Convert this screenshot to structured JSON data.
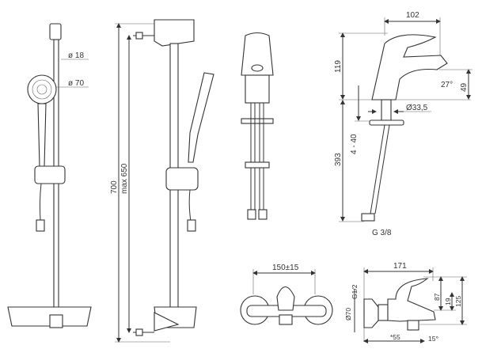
{
  "shower_rail_front": {
    "dim_hose_diameter": "ø 18",
    "dim_head_diameter": "ø 70"
  },
  "shower_rail_side": {
    "dim_total_height": "700",
    "dim_max_spacing": "max 650"
  },
  "basin_mixer_side": {
    "dim_depth": "102",
    "dim_height": "119",
    "dim_angle": "27°",
    "dim_spout_height": "49",
    "dim_base_diameter": "Ø33,5",
    "dim_counter_thickness": "4 - 40",
    "dim_hose_length": "393",
    "dim_connection": "G 3/8"
  },
  "bath_mixer_front": {
    "dim_centres": "150±15"
  },
  "bath_mixer_side": {
    "dim_depth": "171",
    "dim_thread": "G1/2",
    "dim_rosette": "Ø70",
    "dim_lever_height": "87",
    "dim_diverter": "19",
    "dim_total_height": "125",
    "dim_spout_offset": "*55",
    "dim_spout_angle": "15°"
  }
}
